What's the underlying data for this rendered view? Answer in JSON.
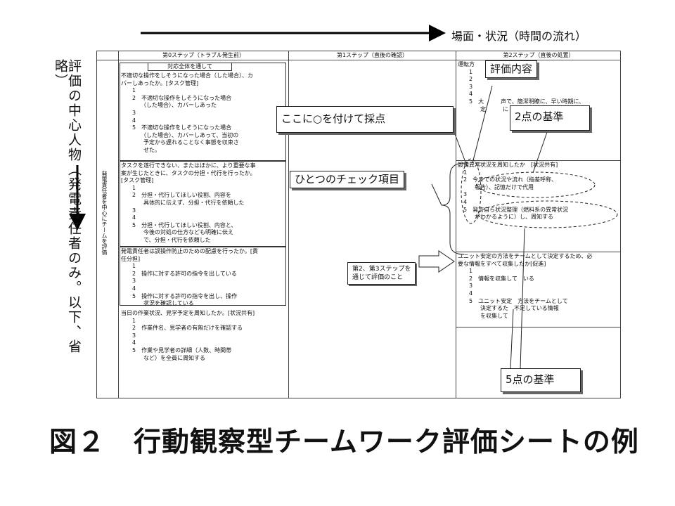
{
  "top_arrow_label": "場面・状況（時間の流れ）",
  "left_label": "評価の中心人物（発電責任者のみ。以下、省略）",
  "sheet": {
    "row_label": "発電責任者を中心にチームを評価",
    "col_headers": [
      "第0ステップ（トラブル発生前）",
      "第1ステップ（直後の確認）",
      "第2ステップ（直後の処置）"
    ],
    "col0_subheader": "対応全体を通して",
    "col0_items": [
      "不適切な操作をしそうになった場合（した場合）、カ\nバーしあったか。[タスク管理]\n　　1\n　　2　不適切な操作をしそうになった場合\n　　　　（した場合）、カバーしあった\n　　3\n　　4\n　　5　不適切な操作をしそうになった場合\n　　　　（した場合）、カバーしあって、当初の\n　　　　予定から遅れることなく事態を収束さ\n　　　　せた。",
      "タスクを遂行できない、またはほかに、より重要な事\n案が生じたときに、タスクの分担・代行を行ったか。\n[タスク管理]\n　　1\n　　2　分担・代行してほしい役割、内容を\n　　　　具体的に伝えず、分担・代行を依頼した\n　　3\n　　4\n　　5　分担・代行してほしい役割、内容と、\n　　　　今後の対処の仕方なども明確に伝え\n　　　　で、分担・代行を依頼した",
      "発電責任者は誤操作防止のための配慮を行ったか。[責\n任分担]\n　　1\n　　2　操作に対する許可の指令を出している\n　　3\n　　4\n　　5　操作に対する許可の指令を出し、操作\n　　　　状況を確認している",
      "当日の作業状況、見学予定を周知したか。[状況共有]\n　　1\n　　2　作業件名、見学者の有無だけを確認する\n　　3\n　　4\n　　5　作業や見学者の詳細（人数、時間帯\n　　　　など）を全員に周知する"
    ],
    "col2_items": [
      "運転方\n　　1\n　　2\n　　3\n　　4\n　　5　大　　　声で、簡潔明瞭に、早い時期に、\n　　　　定　　　に",
      "設備異常状況を周知したか　[状況共有]\n　1\n　2　今までの状況や流れ（指差呼称、\n　　　報告）、記憶だけで代用\n　3\n　4\n　5　発言自ら状況整理（燃料系の異常状況\n　　　がわかるように）し、周知する",
      "ユニット安定の方法をチームとして決定するため、必\n要な情報をすべて収集したか[促進]\n　　1\n　　2　情報を収集して　いる\n　　3\n　　4\n　　5　ユニット安定　方法をチームとして\n　　　　決定するた　不足している情報\n　　　　を収集して"
    ]
  },
  "callouts": {
    "hyouka_naiyou": "評価内容",
    "saiten": "ここに○を付けて採点",
    "kijun2": "2点の基準",
    "check_item": "ひとつのチェック項目",
    "kijun5": "5点の基準",
    "step_note": "第2、第3ステップを\n通じて評価のこと"
  },
  "caption": "図２　行動観察型チームワーク評価シートの例"
}
